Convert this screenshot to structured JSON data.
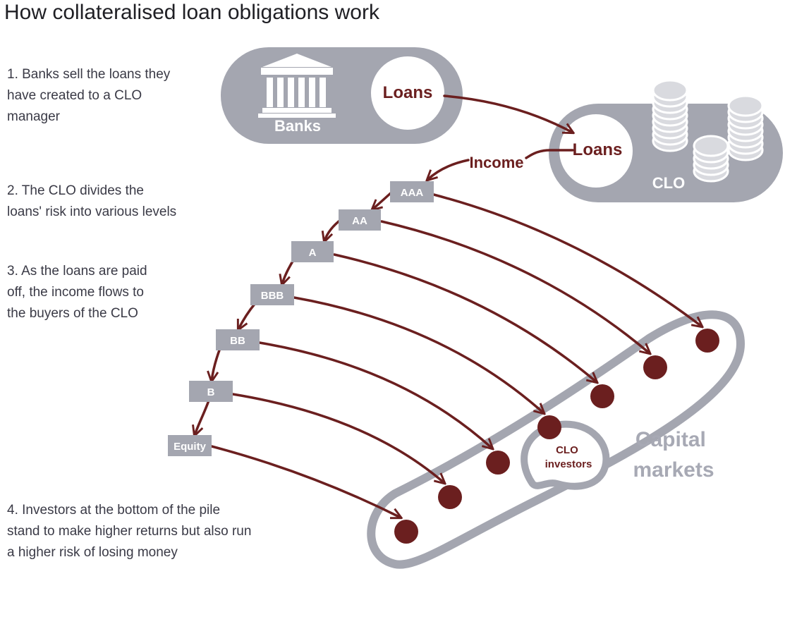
{
  "title": "How collateralised loan obligations work",
  "steps": [
    [
      "1. Banks sell the loans they",
      "have created to a CLO",
      "manager"
    ],
    [
      "2. The CLO divides the",
      "loans' risk into various levels"
    ],
    [
      "3. As the loans are paid",
      "off, the income flows to",
      "the buyers of the CLO"
    ],
    [
      "4. Investors at the bottom of the pile",
      "stand to make higher returns but also run",
      "a higher risk of losing money"
    ]
  ],
  "banks": {
    "label": "Banks",
    "loans_label": "Loans"
  },
  "clo": {
    "label": "CLO",
    "loans_label": "Loans"
  },
  "income_label": "Income",
  "tranches": [
    "AAA",
    "AA",
    "A",
    "BBB",
    "BB",
    "B",
    "Equity"
  ],
  "investors_label": [
    "CLO",
    "investors"
  ],
  "capital_markets_label": [
    "Capital",
    "markets"
  ],
  "colors": {
    "gray": "#a4a6b0",
    "maroon": "#6b1f1f",
    "coin": "#d9dadf",
    "text": "#3a3a46"
  },
  "icons": [
    "bank-building-icon",
    "coin-stack-icon"
  ]
}
